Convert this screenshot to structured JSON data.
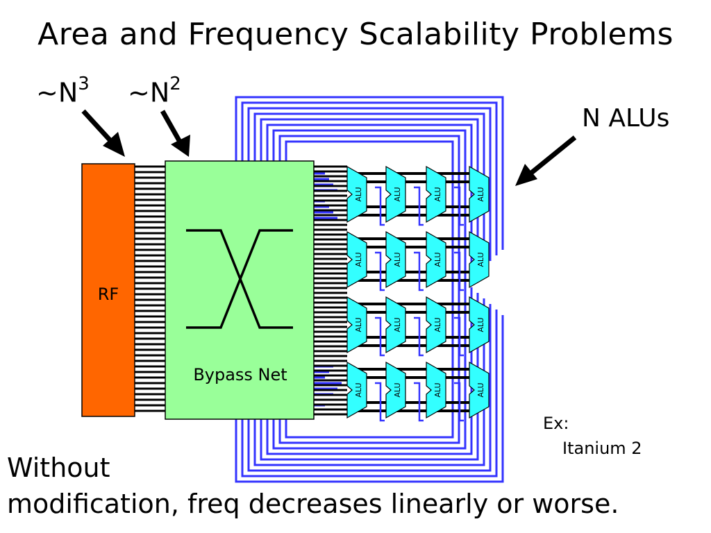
{
  "title": "Area and Frequency Scalability Problems",
  "scaling": {
    "rf": {
      "base": "~N",
      "exp": "3"
    },
    "bypass": {
      "base": "~N",
      "exp": "2"
    }
  },
  "labels": {
    "n_alus": "N ALUs",
    "rf": "RF",
    "bypass_net": "Bypass Net",
    "alu": "ALU"
  },
  "example": {
    "line1": "Ex:",
    "line2": "Itanium 2"
  },
  "footnote": {
    "line1": "Without",
    "line2": "modification, freq decreases linearly or worse."
  },
  "alu_grid": {
    "rows": 4,
    "cols": 4
  },
  "colors": {
    "rf": "#ff6600",
    "bypass": "#99ff99",
    "alu": "#33ffff",
    "loop_wire": "#3333ff",
    "wire": "#000000"
  }
}
